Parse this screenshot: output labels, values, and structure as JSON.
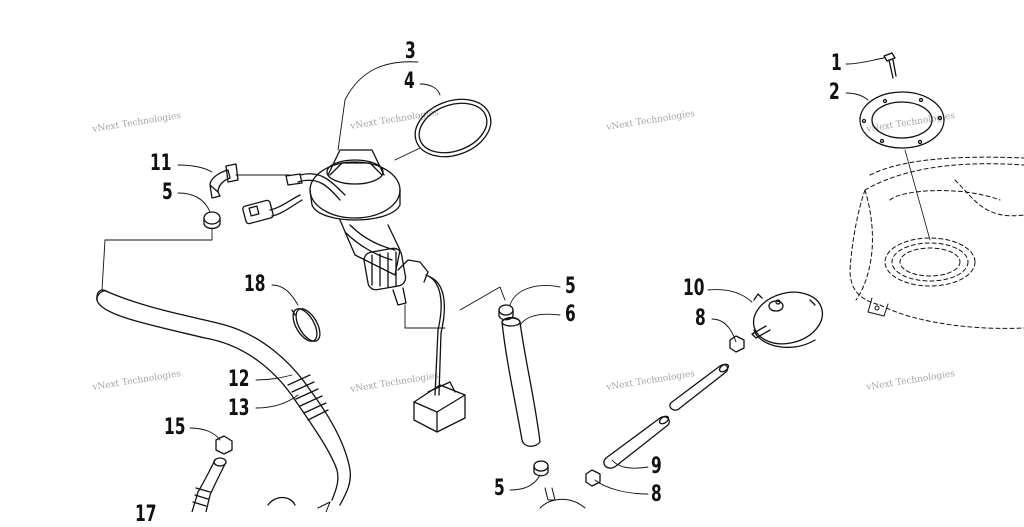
{
  "watermark": "vNext Technologies",
  "callouts": {
    "c1": "1",
    "c2": "2",
    "c3": "3",
    "c4": "4",
    "c5a": "5",
    "c5b": "5",
    "c5c": "5",
    "c6": "6",
    "c8a": "8",
    "c8b": "8",
    "c9": "9",
    "c10": "10",
    "c11": "11",
    "c12": "12",
    "c13": "13",
    "c15": "15",
    "c17": "17",
    "c18": "18"
  },
  "parts": [
    "bolt",
    "flange-gasket",
    "fuel-pump-assembly",
    "o-ring",
    "hose-clamp",
    "fuel-hose",
    "hose-clamp-small",
    "vent-hose",
    "vent-valve",
    "elbow-fitting",
    "fuel-line",
    "fuel-line-sleeve",
    "fitting-nut",
    "fuel-filter",
    "wire-clip",
    "fuel-tank"
  ]
}
